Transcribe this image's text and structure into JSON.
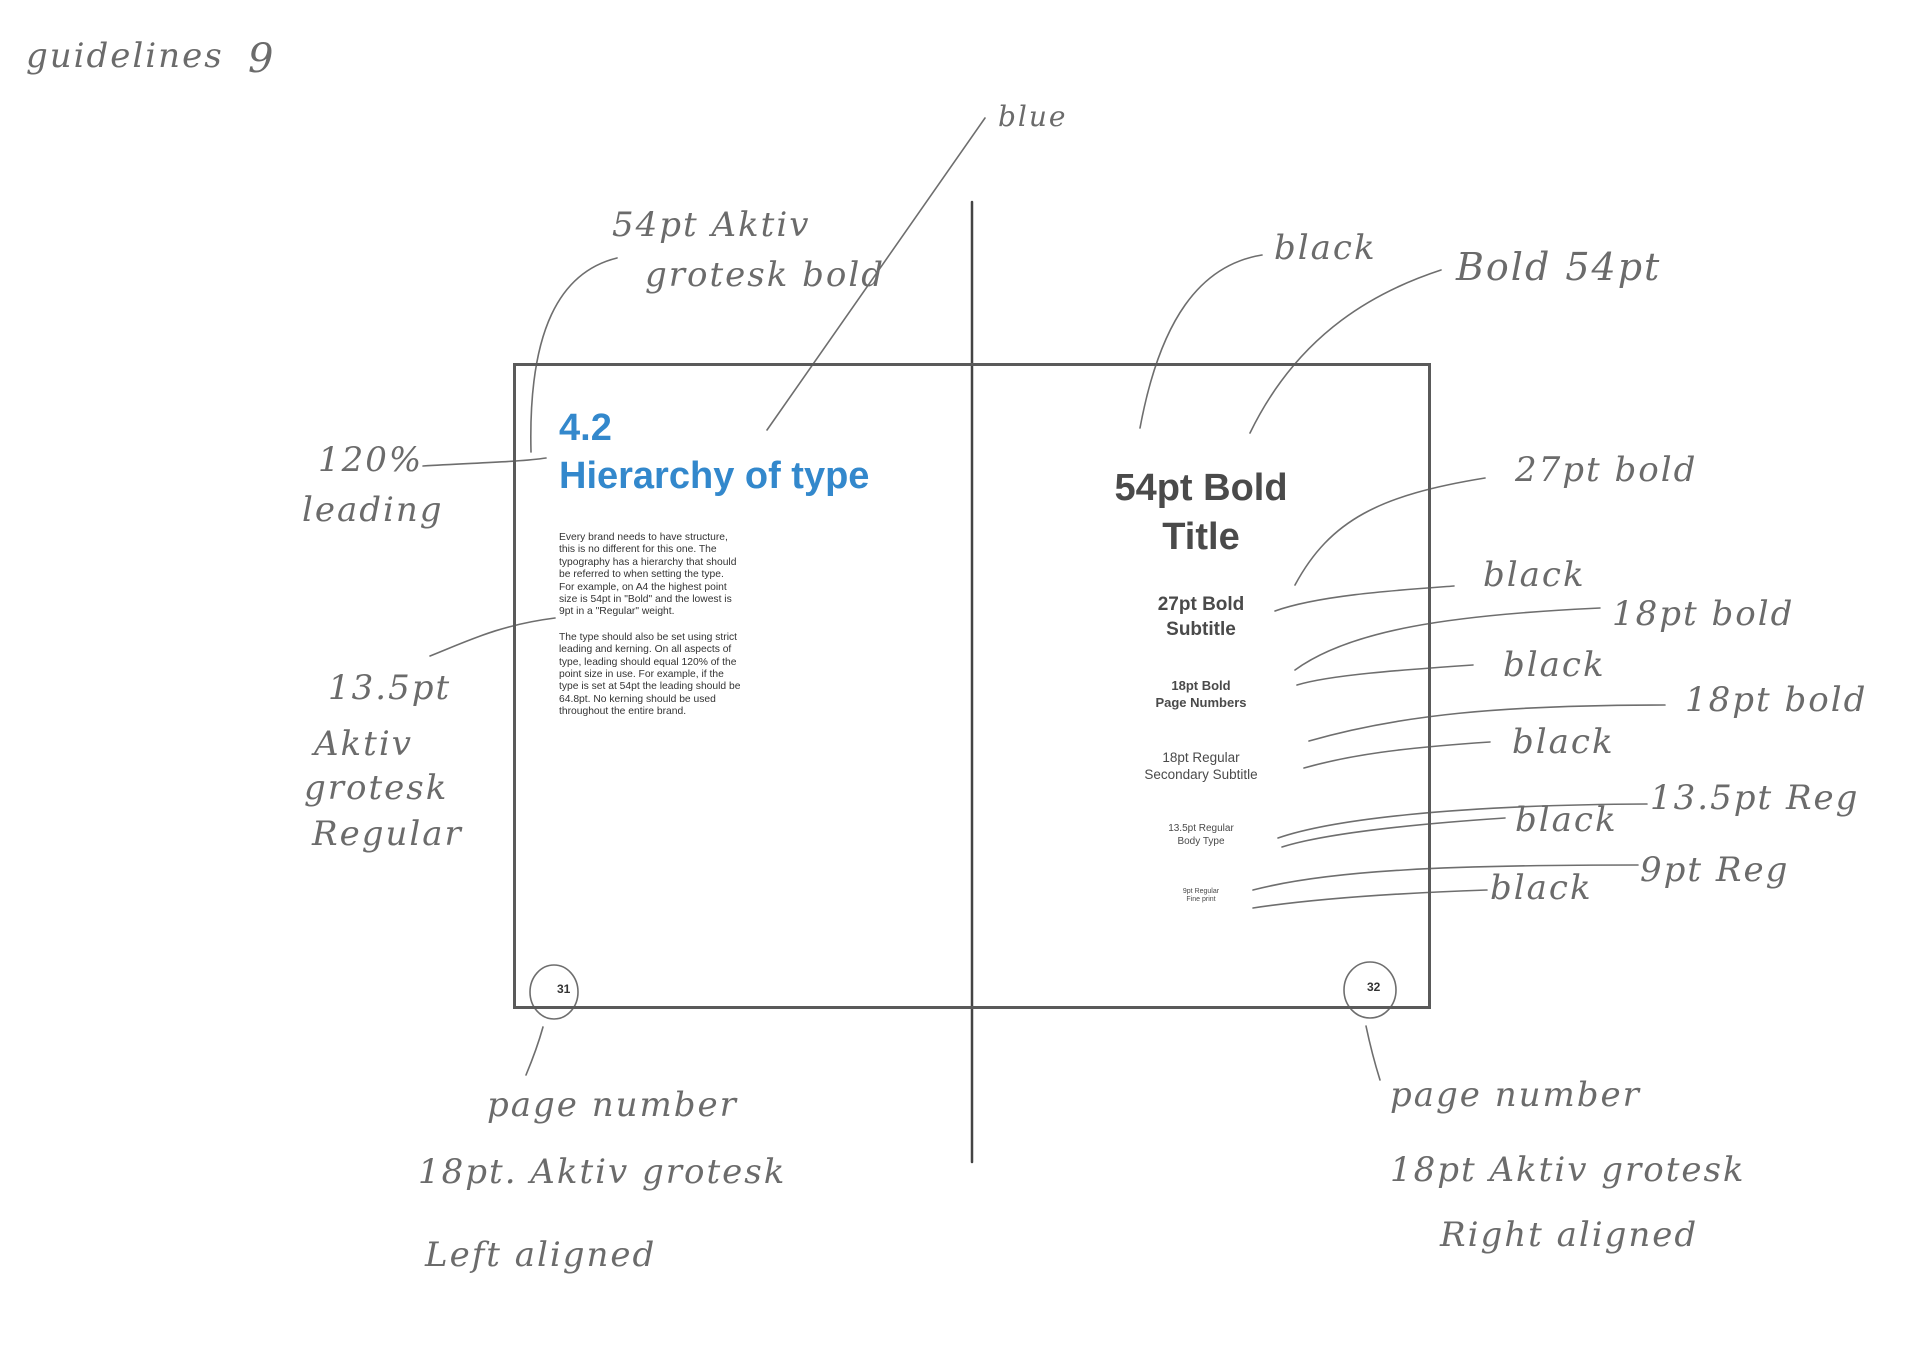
{
  "sheet": {
    "corner_note": "guidelines",
    "corner_number": "9"
  },
  "left_page": {
    "heading_number": "4.2",
    "heading_title": "Hierarchy of type",
    "heading_color": "#3388cc",
    "body_paragraphs": [
      "Every brand needs to have structure, this is no different for this one. The typography has a hierarchy that should be referred to when setting the type. For example, on A4 the highest point size is 54pt in \"Bold\" and the lowest is 9pt in a \"Regular\" weight.",
      "The type should also be set using strict leading and kerning. On all aspects of type, leading should equal 120% of the point size in use. For example, if the type is set at 54pt the leading should be 64.8pt. No kerning should be used throughout the entire brand."
    ],
    "page_number": "31"
  },
  "right_page": {
    "title": [
      "54pt Bold",
      "Title"
    ],
    "subtitle": [
      "27pt Bold",
      "Subtitle"
    ],
    "page_numbers_sample": [
      "18pt Bold",
      "Page Numbers"
    ],
    "secondary_subtitle": [
      "18pt Regular",
      "Secondary Subtitle"
    ],
    "body_type": [
      "13.5pt Regular",
      "Body Type"
    ],
    "fine_print": [
      "9pt Regular",
      "Fine print"
    ],
    "page_number": "32"
  },
  "annotations": {
    "heading_font": [
      "54pt Aktiv",
      "grotesk bold"
    ],
    "heading_color_note": "blue",
    "leading_note": [
      "120%",
      "leading"
    ],
    "body_font": [
      "13.5pt",
      "Aktiv",
      "grotesk",
      "Regular"
    ],
    "title_color": "black",
    "title_size": "Bold 54pt",
    "subtitle_size": "27pt bold",
    "subtitle_color": "black",
    "page_numbers_size": "18pt bold",
    "page_numbers_color": "black",
    "secondary_size": "18pt bold",
    "secondary_color": "black",
    "body_size": "13.5pt Reg",
    "body_color": "black",
    "fine_size": "9pt Reg",
    "fine_color": "black",
    "left_page_number_note": [
      "page number",
      "18pt. Aktiv grotesk",
      "Left aligned"
    ],
    "right_page_number_note": [
      "page number",
      "18pt Aktiv grotesk",
      "Right aligned"
    ]
  }
}
